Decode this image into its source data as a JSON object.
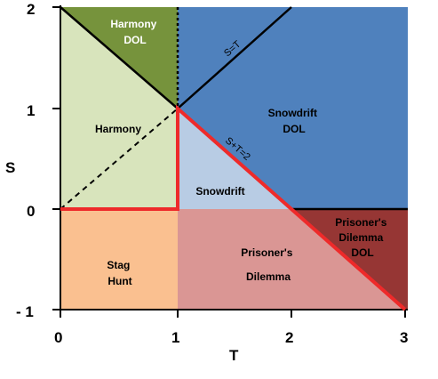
{
  "axes": {
    "x_title": "T",
    "y_title": "S",
    "x_ticks": [
      "0",
      "1",
      "2",
      "3"
    ],
    "y_ticks": [
      "2",
      "1",
      "0",
      "- 1"
    ]
  },
  "regions": {
    "harmony_dol": [
      "Harmony",
      "DOL"
    ],
    "harmony": [
      "Harmony"
    ],
    "snowdrift_dol": [
      "Snowdrift",
      "DOL"
    ],
    "snowdrift": [
      "Snowdrift"
    ],
    "stag_hunt": [
      "Stag",
      "Hunt"
    ],
    "prisoners_dilemma": [
      "Prisoner's",
      "Dilemma"
    ],
    "prisoners_dilemma_dol": [
      "Prisoner's",
      "Dilemma",
      "DOL"
    ]
  },
  "lines": {
    "s_equals_t": "S=T",
    "s_plus_t": "S+T=2"
  },
  "colors": {
    "harmony_dol": "#76933c",
    "harmony": "#d8e4bc",
    "snowdrift_dol": "#4f81bd",
    "snowdrift": "#b8cce4",
    "stag_hunt": "#fac090",
    "prisoners_dilemma": "#da9694",
    "prisoners_dilemma_dol": "#963634",
    "boundary_red": "#ee2a2a"
  }
}
